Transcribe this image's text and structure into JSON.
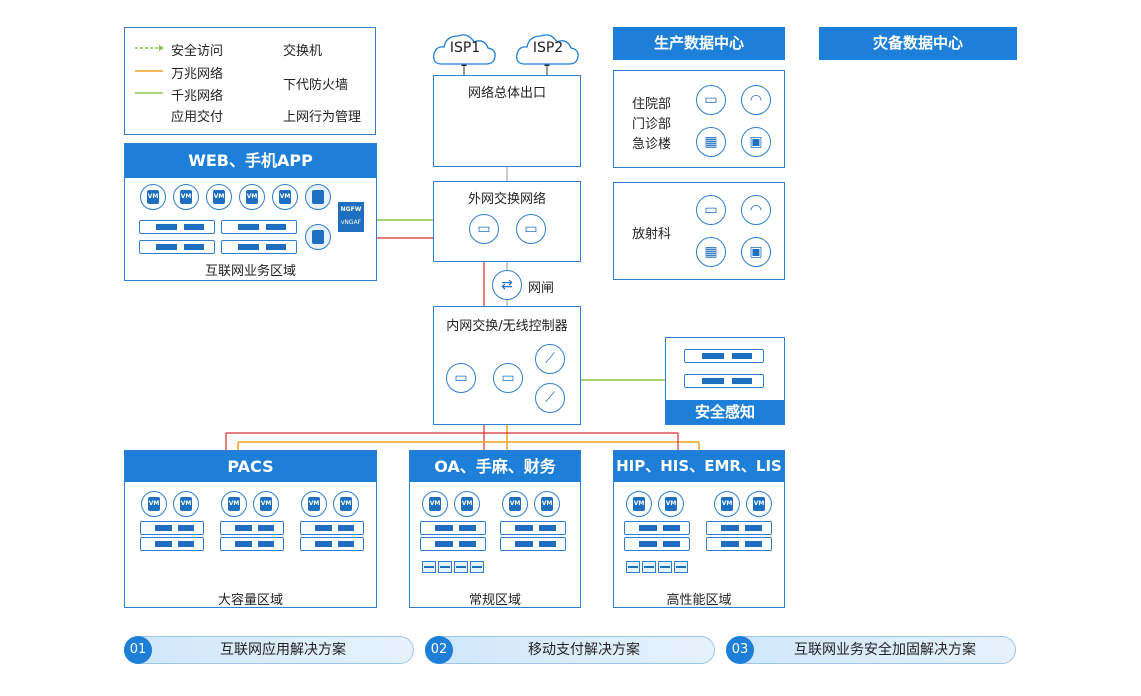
{
  "legend": {
    "security_access": "安全访问",
    "ten_gig": "万兆网络",
    "gig": "千兆网络",
    "app_delivery": "应用交付",
    "switch": "交换机",
    "ngfw": "下代防火墙",
    "behavior_mgmt": "上网行为管理"
  },
  "colors": {
    "brand_blue": "#1e7fd8",
    "ten_gig_line": "#f0a020",
    "gig_line": "#8bc34a",
    "security_line": "#d9302c"
  },
  "internet_zone": {
    "title": "WEB、手机APP",
    "caption": "互联网业务区域",
    "firewall_badge_top": "NGFW",
    "firewall_badge_bottom": "vNGAF"
  },
  "isp": [
    "ISP1",
    "ISP2"
  ],
  "egress": "网络总体出口",
  "outer_switch": "外网交换网络",
  "gateway": "网闸",
  "inner_switch": "内网交换/无线控制器",
  "data_centers": {
    "production": "生产数据中心",
    "disaster": "灾备数据中心"
  },
  "departments": {
    "inpatient": "住院部",
    "outpatient": "门诊部",
    "emergency": "急诊楼",
    "radiology": "放射科"
  },
  "security_sense": "安全感知",
  "zones": [
    {
      "title": "PACS",
      "caption": "大容量区域"
    },
    {
      "title": "OA、手麻、财务",
      "caption": "常规区域"
    },
    {
      "title": "HIP、HIS、EMR、LIS",
      "caption": "高性能区域"
    }
  ],
  "vm_label": "VM",
  "solutions": [
    {
      "num": "01",
      "label": "互联网应用解决方案"
    },
    {
      "num": "02",
      "label": "移动支付解决方案"
    },
    {
      "num": "03",
      "label": "互联网业务安全加固解决方案"
    }
  ]
}
